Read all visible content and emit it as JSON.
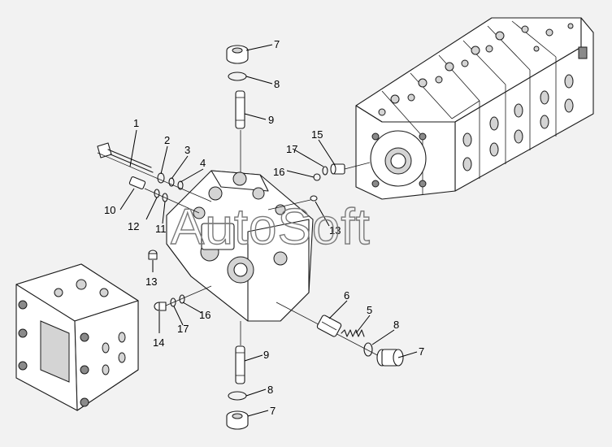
{
  "watermark": "AutoSoft",
  "callouts": [
    {
      "id": "c1a",
      "label": "1"
    },
    {
      "id": "c2",
      "label": "2"
    },
    {
      "id": "c3",
      "label": "3"
    },
    {
      "id": "c4",
      "label": "4"
    },
    {
      "id": "c5",
      "label": "5"
    },
    {
      "id": "c6",
      "label": "6"
    },
    {
      "id": "c7a",
      "label": "7"
    },
    {
      "id": "c7b",
      "label": "7"
    },
    {
      "id": "c7c",
      "label": "7"
    },
    {
      "id": "c8a",
      "label": "8"
    },
    {
      "id": "c8b",
      "label": "8"
    },
    {
      "id": "c8c",
      "label": "8"
    },
    {
      "id": "c9a",
      "label": "9"
    },
    {
      "id": "c9b",
      "label": "9"
    },
    {
      "id": "c10",
      "label": "10"
    },
    {
      "id": "c11",
      "label": "11"
    },
    {
      "id": "c12",
      "label": "12"
    },
    {
      "id": "c13a",
      "label": "13"
    },
    {
      "id": "c13b",
      "label": "13"
    },
    {
      "id": "c14",
      "label": "14"
    },
    {
      "id": "c15",
      "label": "15"
    },
    {
      "id": "c16a",
      "label": "16"
    },
    {
      "id": "c16b",
      "label": "16"
    },
    {
      "id": "c17a",
      "label": "17"
    },
    {
      "id": "c17b",
      "label": "17"
    }
  ]
}
